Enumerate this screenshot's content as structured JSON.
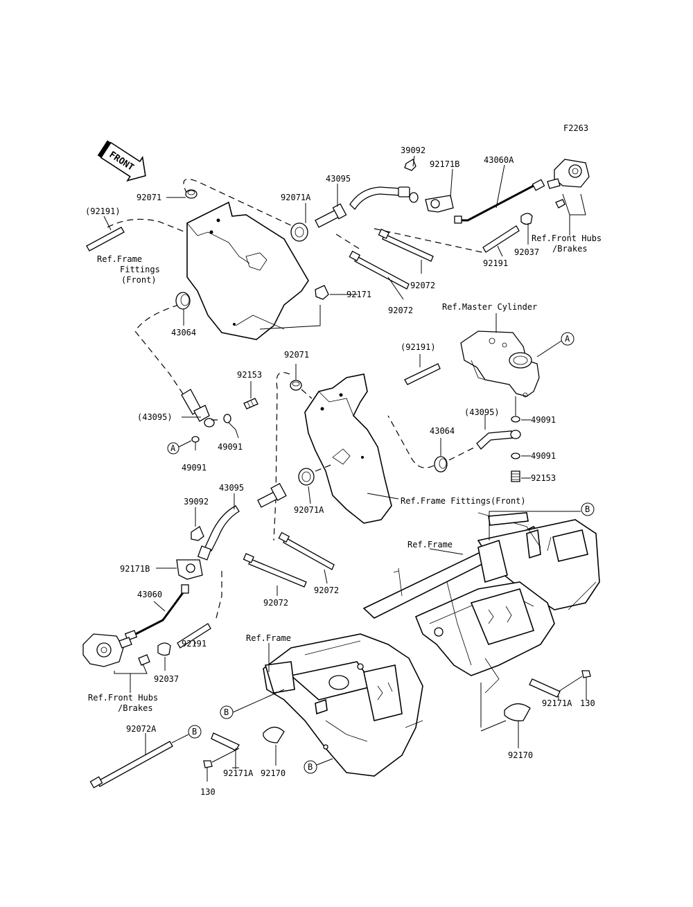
{
  "figure_code": "F2263",
  "front_label": "FRONT",
  "labels": {
    "l39092_top": "39092",
    "l92171B_top": "92171B",
    "l43095_top": "43095",
    "l43060A": "43060A",
    "l92071_top": "92071",
    "l92071A_top": "92071A",
    "l92191p_top": "(92191)",
    "ref_frame_fittings_1": "Ref.Frame",
    "ref_frame_fittings_2": "Fittings",
    "ref_frame_fittings_3": "(Front)",
    "ref_front_hubs_top_1": "Ref.Front Hubs",
    "ref_front_hubs_top_2": "/Brakes",
    "l92037_top": "92037",
    "l92191_top": "92191",
    "l92072_a": "92072",
    "l92072_b": "92072",
    "l92171": "92171",
    "l43064_top": "43064",
    "ref_master_cylinder": "Ref.Master Cylinder",
    "circle_A_right": "A",
    "l92071_mid": "92071",
    "l92191p_mid": "(92191)",
    "l92153_left": "92153",
    "l43095p_left": "(43095)",
    "l49091_left_a": "49091",
    "l49091_left_b": "49091",
    "circle_A_left": "A",
    "l43095p_right": "(43095)",
    "l43064_right": "43064",
    "l49091_right_a": "49091",
    "l49091_right_b": "49091",
    "l92153_right": "92153",
    "l43095_mid": "43095",
    "l39092_mid": "39092",
    "l92071A_mid": "92071A",
    "ref_frame_fittings_front": "Ref.Frame Fittings(Front)",
    "circle_B_top": "B",
    "ref_frame_right": "Ref.Frame",
    "l92171B_mid": "92171B",
    "l92072_c": "92072",
    "l92072_d": "92072",
    "l43060": "43060",
    "l92191_mid": "92191",
    "l92037_mid": "92037",
    "ref_frame_left": "Ref.Frame",
    "ref_front_hubs_bot_1": "Ref.Front Hubs",
    "ref_front_hubs_bot_2": "/Brakes",
    "circle_B_left": "B",
    "l92072A": "92072A",
    "circle_B_bottom_left": "B",
    "circle_B_bottom": "B",
    "l92171A_left": "92171A",
    "l92170_left": "92170",
    "l130_left": "130",
    "l130_right": "130",
    "l92171A_right": "92171A",
    "l92170_right": "92170"
  }
}
